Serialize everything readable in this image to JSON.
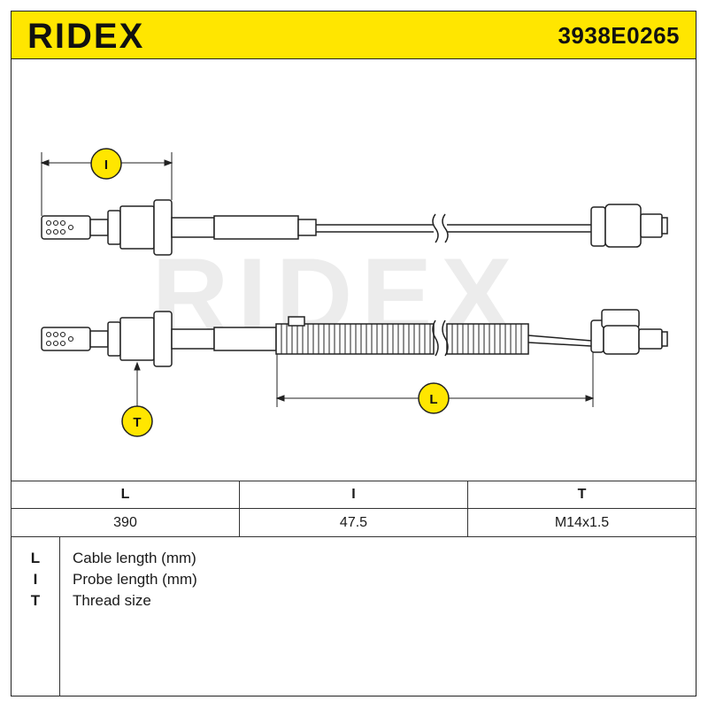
{
  "header": {
    "brand": "RIDEX",
    "part_number": "3938E0265",
    "accent_color": "#ffe600"
  },
  "watermark": "RIDEX",
  "dimensions": {
    "probe_label": "I",
    "thread_label": "T",
    "cable_label": "L"
  },
  "spec_table": {
    "headers": [
      "L",
      "I",
      "T"
    ],
    "values": [
      "390",
      "47.5",
      "M14x1.5"
    ]
  },
  "legend": [
    {
      "symbol": "L",
      "text": "Cable length (mm)"
    },
    {
      "symbol": "I",
      "text": "Probe length (mm)"
    },
    {
      "symbol": "T",
      "text": "Thread size"
    }
  ]
}
